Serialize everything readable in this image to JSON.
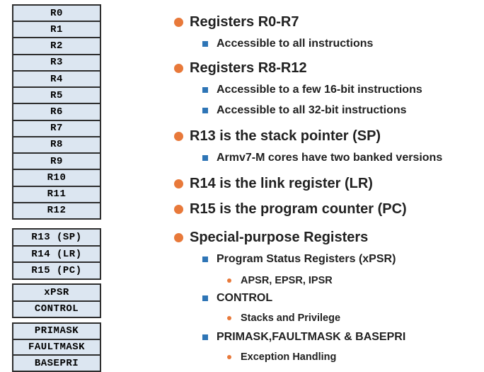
{
  "colors": {
    "accent_orange": "#E8793A",
    "accent_blue": "#2E75B6",
    "cell_fill": "#DCE6F1",
    "cell_border": "#2E2E2E",
    "body_text": "#212121"
  },
  "registers": {
    "groups": [
      {
        "name": "core-registers",
        "cells": [
          "R0",
          "R1",
          "R2",
          "R3",
          "R4",
          "R5",
          "R6",
          "R7",
          "R8",
          "R9",
          "R10",
          "R11",
          "R12"
        ]
      },
      {
        "name": "banked-registers",
        "cells": [
          "R13 (SP)",
          "R14 (LR)",
          "R15 (PC)"
        ]
      },
      {
        "name": "status-registers",
        "cells": [
          "xPSR",
          "CONTROL"
        ]
      },
      {
        "name": "mask-registers",
        "cells": [
          "PRIMASK",
          "FAULTMASK",
          "BASEPRI"
        ]
      }
    ]
  },
  "bullets": {
    "items": [
      {
        "level": 1,
        "text": "Registers R0-R7"
      },
      {
        "level": 2,
        "text": "Accessible to all instructions"
      },
      {
        "level": 1,
        "text": "Registers R8-R12"
      },
      {
        "level": 2,
        "text": "Accessible to a few 16-bit instructions"
      },
      {
        "level": 2,
        "text": "Accessible to all 32-bit instructions"
      },
      {
        "level": 1,
        "text": "R13 is the stack pointer (SP)"
      },
      {
        "level": 2,
        "text": "Armv7-M cores have two banked versions"
      },
      {
        "level": 1,
        "text": "R14 is the link register (LR)"
      },
      {
        "level": 1,
        "text": "R15 is the program counter (PC)"
      },
      {
        "level": 1,
        "text": "Special-purpose Registers"
      },
      {
        "level": 2,
        "text": "Program Status Registers (xPSR)"
      },
      {
        "level": 3,
        "text": "APSR, EPSR, IPSR"
      },
      {
        "level": 2,
        "text": "CONTROL"
      },
      {
        "level": 3,
        "text": "Stacks and Privilege"
      },
      {
        "level": 2,
        "text": "PRIMASK,FAULTMASK & BASEPRI"
      },
      {
        "level": 3,
        "text": "Exception Handling"
      }
    ]
  }
}
